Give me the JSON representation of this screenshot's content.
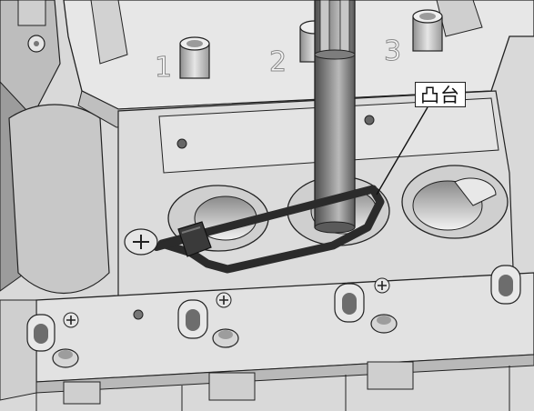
{
  "labels": {
    "slot_1": "1",
    "slot_2": "2",
    "slot_3": "3",
    "callout": "凸台"
  },
  "colors": {
    "plate": "#dcdcdc",
    "plate_light": "#efefef",
    "plate_dark": "#a9a9a9",
    "tie": "#2b2b2b",
    "rod": "#6b6b6b",
    "outline": "#222222"
  },
  "icons": [
    "screw-icon",
    "hex-screw-icon"
  ]
}
